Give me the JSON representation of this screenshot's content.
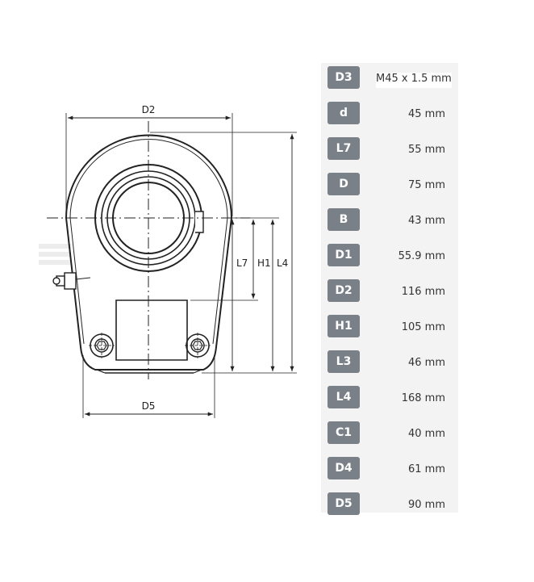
{
  "diagram": {
    "labels": {
      "d2": "D2",
      "d5": "D5",
      "l7": "L7",
      "h1": "H1",
      "l4": "L4"
    }
  },
  "specs": [
    {
      "code": "D3",
      "value": "M45 x 1.5 mm"
    },
    {
      "code": "d",
      "value": "45 mm"
    },
    {
      "code": "L7",
      "value": "55 mm"
    },
    {
      "code": "D",
      "value": "75 mm"
    },
    {
      "code": "B",
      "value": "43 mm"
    },
    {
      "code": "D1",
      "value": "55.9 mm"
    },
    {
      "code": "D2",
      "value": "116 mm"
    },
    {
      "code": "H1",
      "value": "105 mm"
    },
    {
      "code": "L3",
      "value": "46 mm"
    },
    {
      "code": "L4",
      "value": "168 mm"
    },
    {
      "code": "C1",
      "value": "40 mm"
    },
    {
      "code": "D4",
      "value": "61 mm"
    },
    {
      "code": "D5",
      "value": "90 mm"
    }
  ],
  "colors": {
    "badge": "#7a8088",
    "panel": "#f3f3f3",
    "line": "#222222"
  }
}
